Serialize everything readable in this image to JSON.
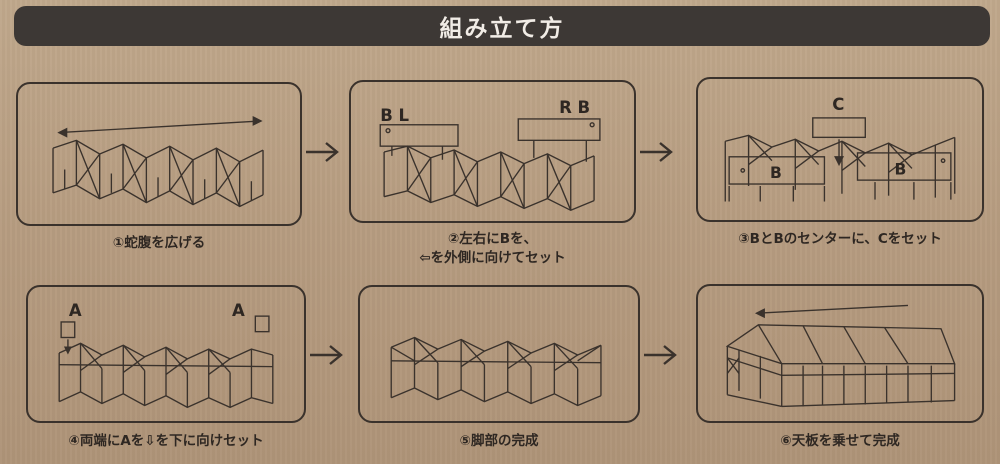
{
  "title": "組み立て方",
  "steps": [
    {
      "caption": "①蛇腹を広げる"
    },
    {
      "caption_line1": "②左右にBを、",
      "caption_line2": "⇦を外側に向けてセット",
      "label_left": "B L",
      "label_right": "R B"
    },
    {
      "caption": "③BとBのセンターに、Cをセット",
      "label_top": "C",
      "label_b1": "B",
      "label_b2": "B"
    },
    {
      "caption": "④両端にAを⇩を下に向けセット",
      "label_left": "A",
      "label_right": "A"
    },
    {
      "caption": "⑤脚部の完成"
    },
    {
      "caption": "⑥天板を乗せて完成"
    }
  ]
}
